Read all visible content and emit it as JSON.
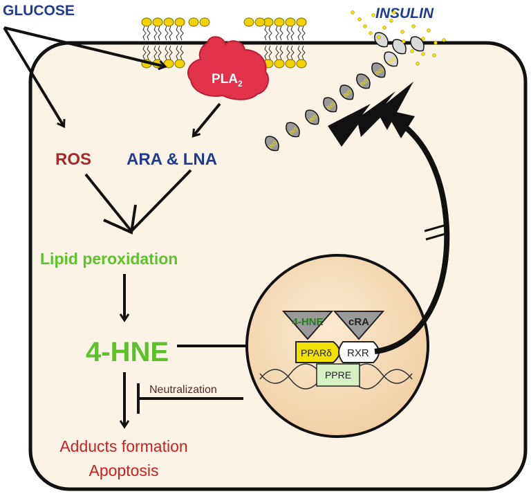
{
  "labels": {
    "glucose": "GLUCOSE",
    "insulin": "INSULIN",
    "pla2_main": "PLA",
    "pla2_sub": "2",
    "ros": "ROS",
    "ara_lna": "ARA & LNA",
    "lipid_peroxidation": "Lipid peroxidation",
    "hne_main": "4-HNE",
    "hne_small": "4-HNE",
    "cra": "cRA",
    "ppar": "PPARδ",
    "rxr": "RXR",
    "ppre": "PPRE",
    "neutralization": "Neutralization",
    "adducts_formation": "Adducts formation",
    "apoptosis": "Apoptosis",
    "ins": "INS"
  },
  "colors": {
    "glucose_text": "#1f3a93",
    "ara_lna_text": "#1f3a93",
    "insulin_text": "#1f3a93",
    "ros_text": "#a52a2a",
    "lipid_text": "#5cc22a",
    "hne_text": "#5cc22a",
    "outcome_text": "#cc1f1f",
    "cell_fill": "#faf3e6",
    "nucleus_fill": "#f6dcb9",
    "pla2_fill": "#e0334a",
    "ppar_fill": "#f2e100",
    "ppre_fill": "#d6f0c2",
    "lipid_head_fill": "#f1d100",
    "neutralization_text": "#5a2a1a"
  }
}
